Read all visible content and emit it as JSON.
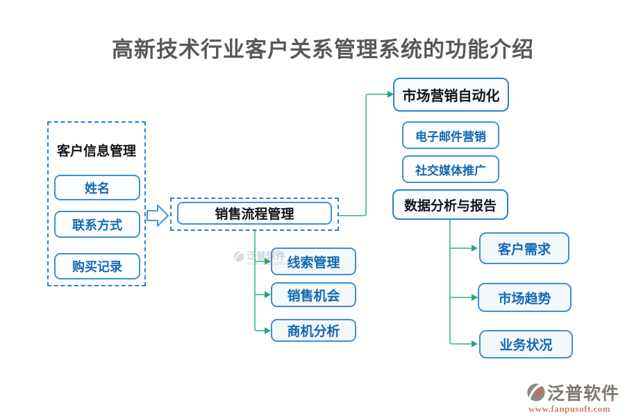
{
  "title": "高新技术行业客户关系管理系统的功能介绍",
  "colors": {
    "header_border_blue": "#2e7fd0",
    "item_border_blue": "#3e8ed6",
    "item_text_blue": "#1268b3",
    "label_text_black": "#141414",
    "title_gray": "#595757",
    "connector_teal": "#5fc2aa",
    "arrowhead_teal": "#27a287",
    "logo_text_gray": "#7d786f",
    "logo_url_coral": "#cc7e6a"
  },
  "customer_info": {
    "label": "客户信息管理",
    "items": [
      "姓名",
      "联系方式",
      "购买记录"
    ]
  },
  "sales_process": {
    "label": "销售流程管理",
    "items": [
      "线索管理",
      "销售机会",
      "商机分析"
    ]
  },
  "marketing": {
    "label": "市场营销自动化",
    "items": [
      "电子邮件营销",
      "社交媒体推广"
    ]
  },
  "analytics": {
    "label": "数据分析与报告",
    "items": [
      "客户需求",
      "市场趋势",
      "业务状况"
    ]
  },
  "watermark": {
    "text": "泛普软件",
    "url": "www.fanpusoft.com"
  },
  "footer": {
    "brand": "泛普软件",
    "url": "www.fanpusoft.com"
  }
}
